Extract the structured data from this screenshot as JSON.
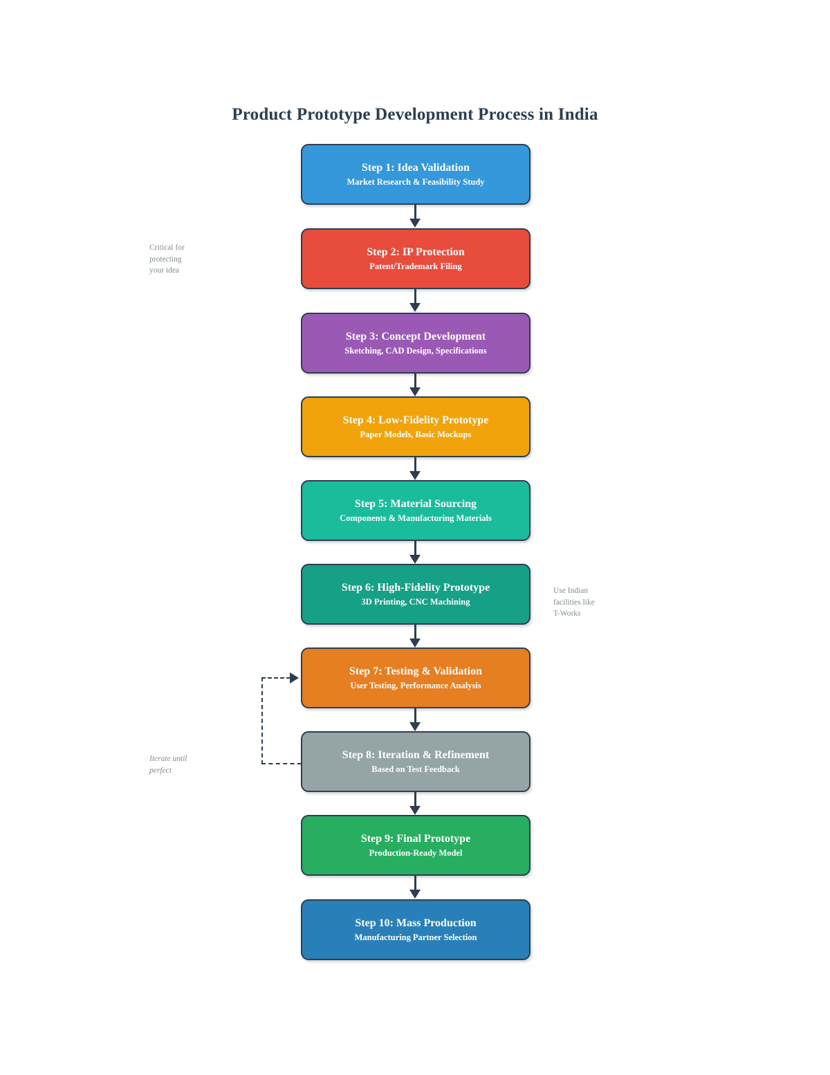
{
  "diagram": {
    "title": "Product Prototype Development Process in India",
    "title_color": "#2c3e50",
    "background": "#ffffff",
    "border_color": "#2c3e50",
    "connector_color": "#2c3e50",
    "annotation_color": "#7f8c8d",
    "node_text_color": "#ffffff",
    "steps": [
      {
        "title": "Step 1: Idea Validation",
        "subtitle": "Market Research & Feasibility Study",
        "color": "#3498db"
      },
      {
        "title": "Step 2: IP Protection",
        "subtitle": "Patent/Trademark Filing",
        "color": "#e74c3c"
      },
      {
        "title": "Step 3: Concept Development",
        "subtitle": "Sketching, CAD Design, Specifications",
        "color": "#9b59b6"
      },
      {
        "title": "Step 4: Low-Fidelity Prototype",
        "subtitle": "Paper Models, Basic Mockups",
        "color": "#f0a30a"
      },
      {
        "title": "Step 5: Material Sourcing",
        "subtitle": "Components & Manufacturing Materials",
        "color": "#1abc9c"
      },
      {
        "title": "Step 6: High-Fidelity Prototype",
        "subtitle": "3D Printing, CNC Machining",
        "color": "#16a085"
      },
      {
        "title": "Step 7: Testing & Validation",
        "subtitle": "User Testing, Performance Analysis",
        "color": "#e67e22"
      },
      {
        "title": "Step 8: Iteration & Refinement",
        "subtitle": "Based on Test Feedback",
        "color": "#95a5a6"
      },
      {
        "title": "Step 9: Final Prototype",
        "subtitle": "Production-Ready Model",
        "color": "#27ae60"
      },
      {
        "title": "Step 10: Mass Production",
        "subtitle": "Manufacturing Partner Selection",
        "color": "#2980b9"
      }
    ],
    "annotations": [
      {
        "text": "Critical for\nprotecting\nyour idea",
        "style": "normal",
        "attached_to": "Step 2: IP Protection"
      },
      {
        "text": "Use Indian\nfacilities like\nT-Works",
        "style": "normal",
        "attached_to": "Step 6: High-Fidelity Prototype"
      },
      {
        "text": "Iterate until\nperfect",
        "style": "italic",
        "attached_to": "Step 8: Iteration & Refinement"
      }
    ],
    "feedback_loop": {
      "from": "Step 8: Iteration & Refinement",
      "to": "Step 7: Testing & Validation",
      "line_style": "dashed",
      "label": "Iterate until perfect"
    }
  }
}
